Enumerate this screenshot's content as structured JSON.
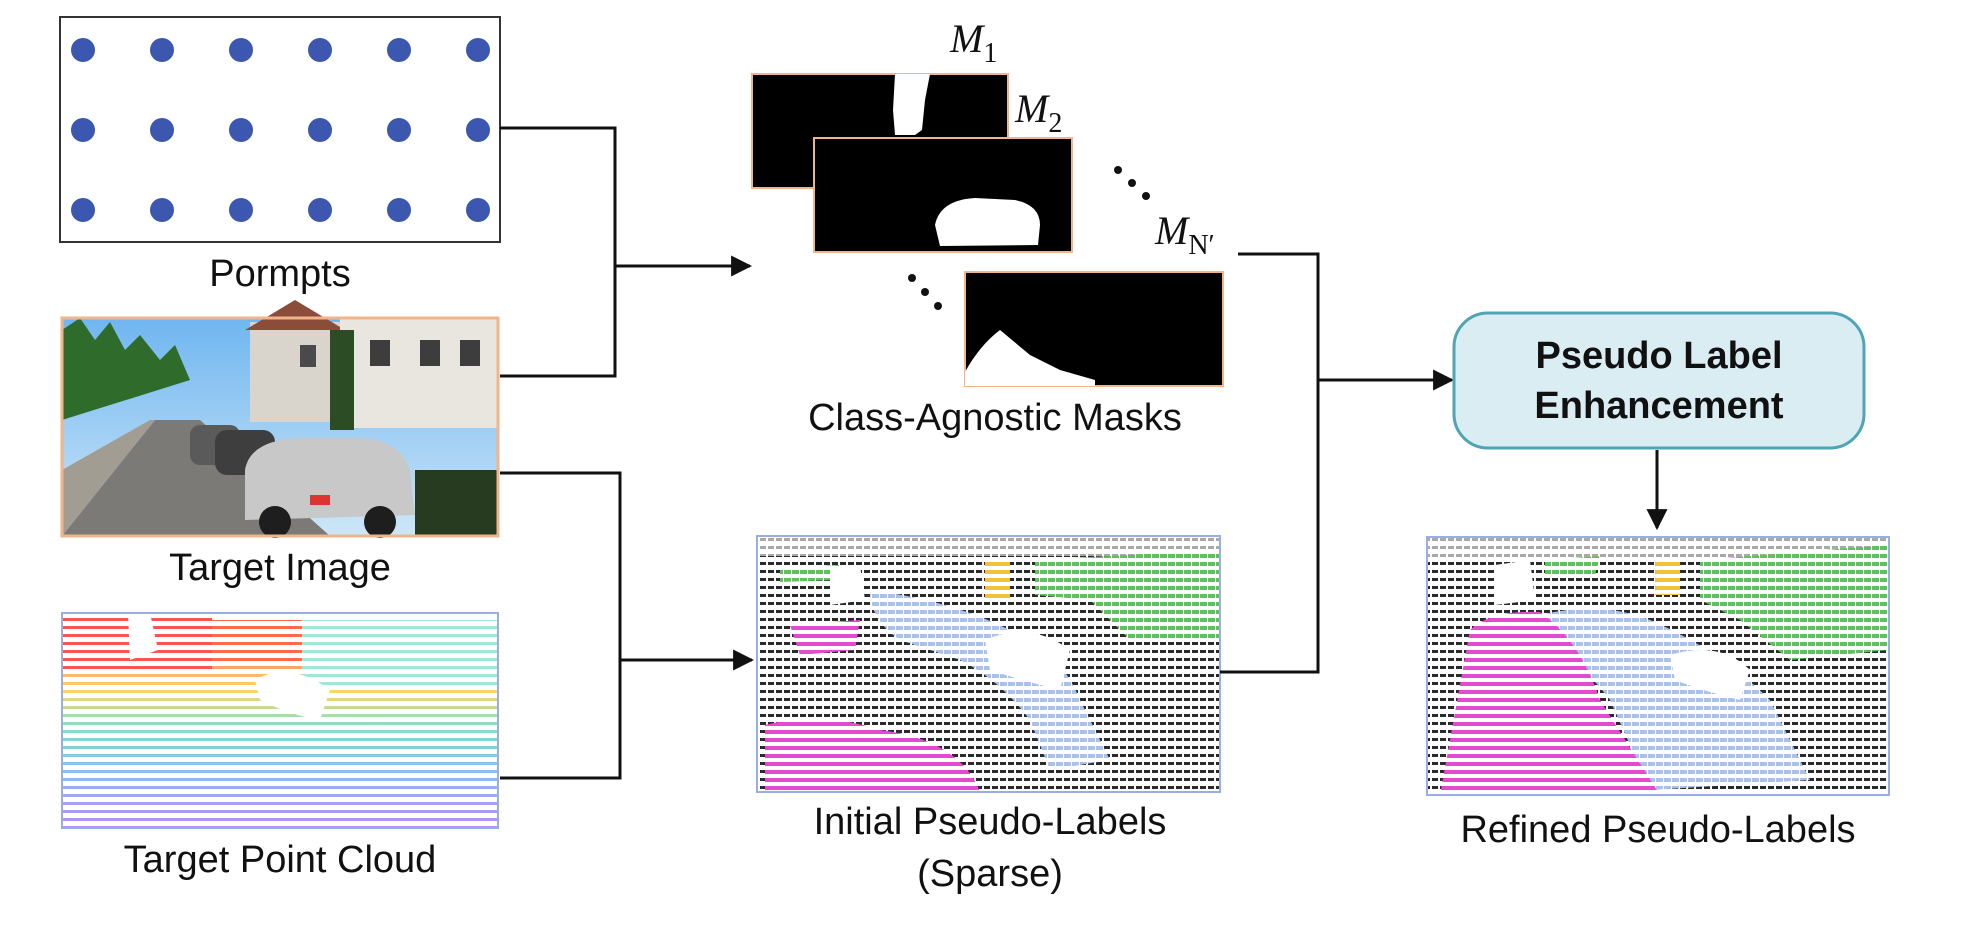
{
  "diagram": {
    "inputs": {
      "prompts_label": "Pormpts",
      "image_label": "Target Image",
      "pointcloud_label": "Target Point Cloud"
    },
    "masks": {
      "m1": {
        "letter": "M",
        "sub": "1"
      },
      "m2": {
        "letter": "M",
        "sub": "2"
      },
      "mn": {
        "letter": "M",
        "sub": "N′"
      },
      "label": "Class-Agnostic Masks"
    },
    "initial": {
      "label_line1": "Initial Pseudo-Labels",
      "label_line2": "(Sparse)"
    },
    "enhancement": {
      "line1": "Pseudo Label",
      "line2": "Enhancement"
    },
    "refined": {
      "label": "Refined Pseudo-Labels"
    },
    "colors": {
      "prompt_dot": "#3b57b0",
      "box_fill": "#d9edf3",
      "box_stroke": "#4fa5b5",
      "road": "#e44ad0",
      "car": "#a9c2ec",
      "vegetation": "#5ac45a",
      "sign": "#f0c23a",
      "frame_blue": "#9aaee6",
      "frame_orange": "#f2b48a"
    }
  }
}
